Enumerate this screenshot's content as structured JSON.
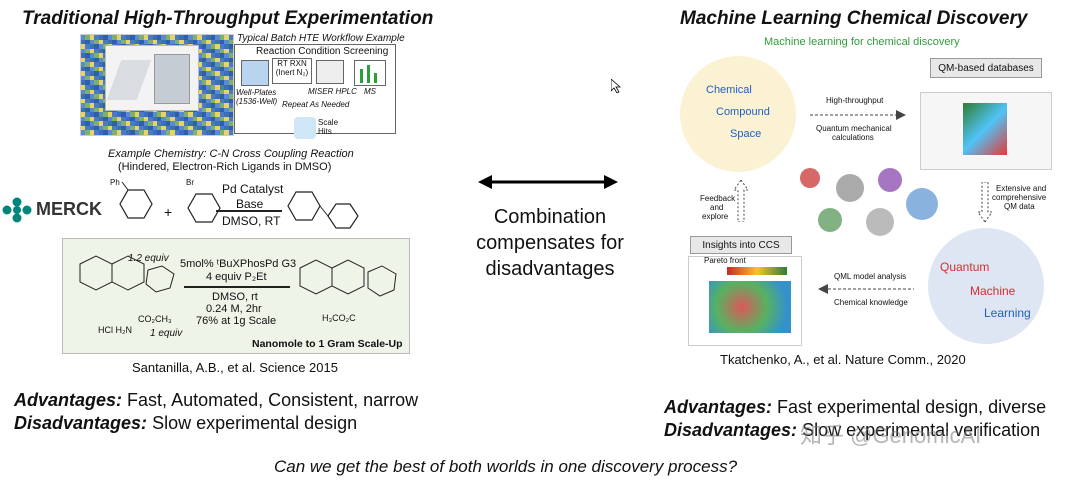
{
  "left": {
    "title": "Traditional High-Throughput Experimentation",
    "workflow_title": "Typical Batch HTE Workflow Example",
    "screening_label": "Reaction Condition Screening",
    "rt_rxn": "RT RXN",
    "inert": "(Inert N₂)",
    "well_plates": "Well-Plates",
    "well_count": "(1536-Well)",
    "miser": "MISER HPLC",
    "ms": "MS",
    "repeat": "Repeat As Needed",
    "scale": "Scale",
    "hits": "Hits",
    "example_chem_1": "Example Chemistry: C-N Cross Coupling Reaction",
    "example_chem_2": "(Hindered, Electron-Rich Ligands in DMSO)",
    "merck": "MERCK",
    "ph": "Ph",
    "br": "Br",
    "plus": "+",
    "pd_catalyst": "Pd Catalyst",
    "base": "Base",
    "dmso_rt": "DMSO, RT",
    "equiv_12": "1.2 equiv",
    "equiv_1": "1 equiv",
    "catalyst": "5mol% ᵗBuXPhosPd G3",
    "base2": "4 equiv P₂Et",
    "cond_1": "DMSO, rt",
    "cond_2": "0.24 M, 2hr",
    "cond_3": "76% at 1g Scale",
    "hcl": "HCl H₂N",
    "co2ch3": "CO₂CH₃",
    "h3co2c": "H₃CO₂C",
    "nanomole": "Nanomole to 1 Gram Scale-Up",
    "citation": "Santanilla, A.B., et al. Science 2015",
    "advantages_label": "Advantages:",
    "advantages_text": "Fast, Automated, Consistent, narrow",
    "disadvantages_label": "Disadvantages:",
    "disadvantages_text": "Slow experimental design"
  },
  "center": {
    "line1": "Combination",
    "line2": "compensates for",
    "line3": "disadvantages"
  },
  "right": {
    "title": "Machine Learning Chemical Discovery",
    "subtitle": "Machine learning for chemical discovery",
    "chemical": "Chemical",
    "compound": "Compound",
    "space": "Space",
    "high_throughput": "High-throughput",
    "quantum_calc_1": "Quantum mechanical",
    "quantum_calc_2": "calculations",
    "qm_databases": "QM-based databases",
    "extensive_1": "Extensive and",
    "extensive_2": "comprehensive",
    "extensive_3": "QM data",
    "feedback_1": "Feedback",
    "feedback_2": "and",
    "feedback_3": "explore",
    "insights": "Insights into CCS",
    "pareto": "Pareto front",
    "qml": "QML model analysis",
    "chem_knowledge": "Chemical knowledge",
    "quantum": "Quantum",
    "machine": "Machine",
    "learning": "Learning",
    "citation": "Tkatchenko, A., et al. Nature Comm., 2020",
    "advantages_label": "Advantages:",
    "advantages_text": "Fast experimental design, diverse",
    "disadvantages_label": "Disadvantages:",
    "disadvantages_text": "Slow experimental verification",
    "watermark": "知乎 @GenomicAI"
  },
  "question": "Can we get the best of both worlds in one discovery process?",
  "colors": {
    "merck": "#00857c",
    "green_subtitle": "#2e9e3a",
    "ccs_red": "#d32f2f",
    "ccs_blue": "#1f5fbf",
    "qml_bg": "#dde6f2"
  }
}
